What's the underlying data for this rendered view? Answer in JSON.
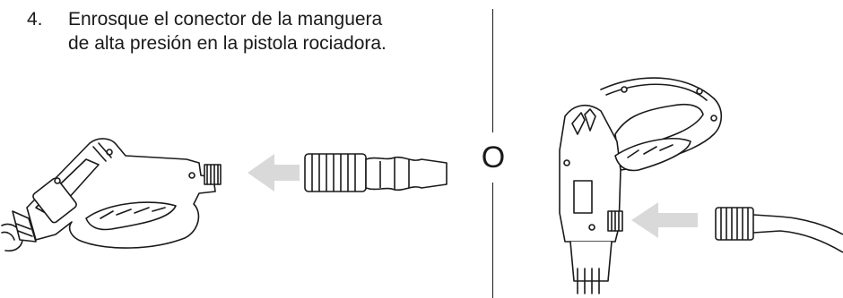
{
  "instruction": {
    "number": "4.",
    "text_line1": "Enrosque el conector de la manguera",
    "text_line2": "de alta presión en la pistola rociadora."
  },
  "separator_label": "O",
  "icons": {
    "arrow_left": "left-arrow-icon",
    "arrow_right_figure": "left-arrow-icon"
  },
  "colors": {
    "line": "#1a1a1a",
    "arrow": "#d9d9d9",
    "background": "#ffffff"
  }
}
